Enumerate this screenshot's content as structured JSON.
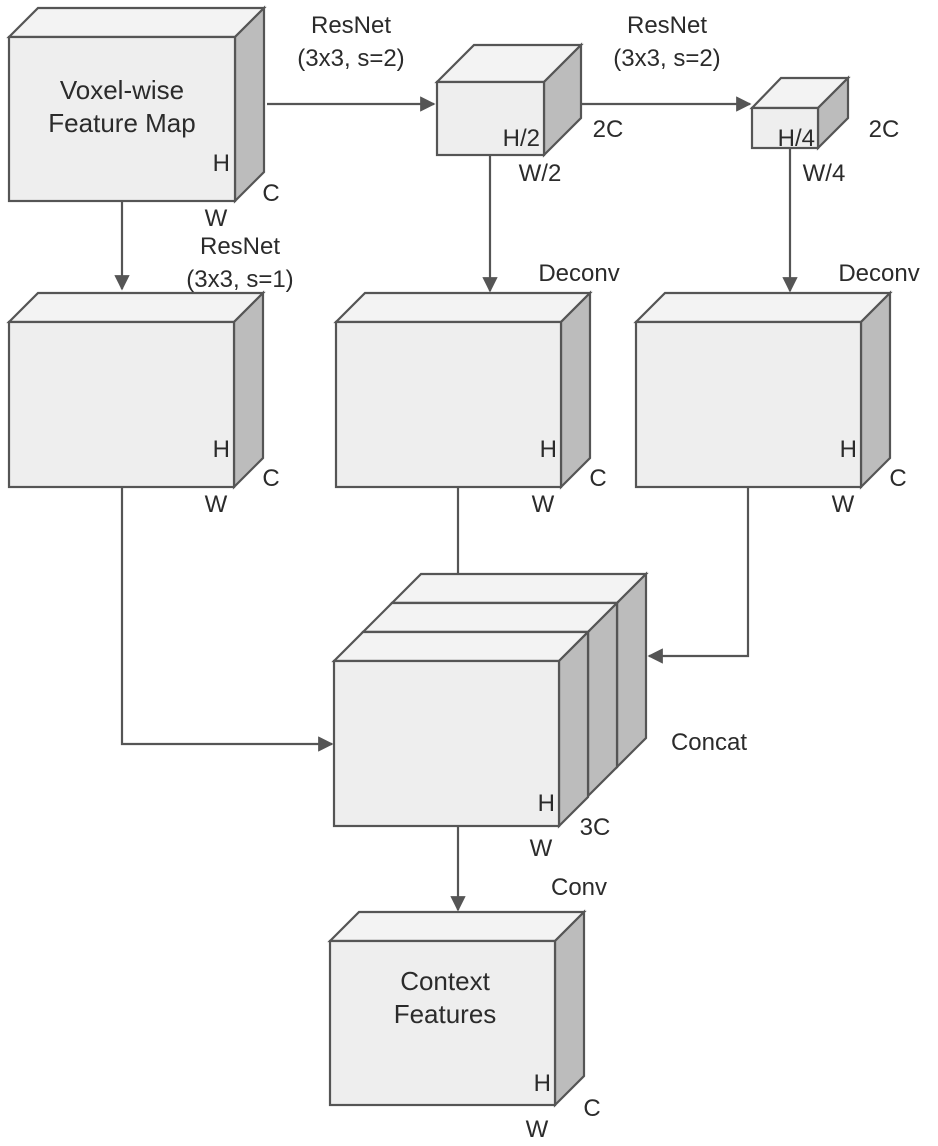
{
  "blocks": {
    "input": {
      "title": [
        "Voxel-wise",
        "Feature Map"
      ],
      "h": "H",
      "w": "W",
      "c": "C"
    },
    "down2": {
      "h": "H/2",
      "w": "W/2",
      "c": "2C"
    },
    "down4": {
      "h": "H/4",
      "w": "W/4",
      "c": "2C"
    },
    "branch1": {
      "h": "H",
      "w": "W",
      "c": "C"
    },
    "branch2": {
      "h": "H",
      "w": "W",
      "c": "C"
    },
    "branch3": {
      "h": "H",
      "w": "W",
      "c": "C"
    },
    "concat": {
      "h": "H",
      "w": "W",
      "c": "3C"
    },
    "output": {
      "title": [
        "Context",
        "Features"
      ],
      "h": "H",
      "w": "W",
      "c": "C"
    }
  },
  "operations": {
    "resnet_s2_a": [
      "ResNet",
      "(3x3, s=2)"
    ],
    "resnet_s2_b": [
      "ResNet",
      "(3x3, s=2)"
    ],
    "resnet_s1": [
      "ResNet",
      "(3x3, s=1)"
    ],
    "deconv_a": "Deconv",
    "deconv_b": "Deconv",
    "concat": "Concat",
    "conv": "Conv"
  }
}
